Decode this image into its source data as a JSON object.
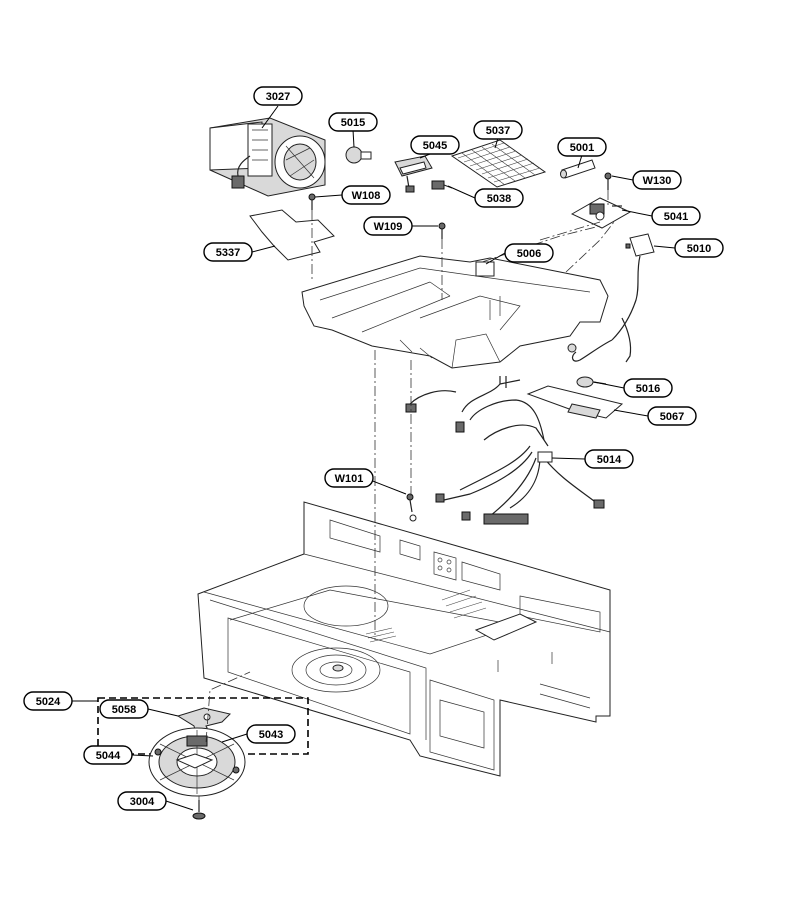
{
  "callouts": [
    {
      "id": "c3027",
      "label": "3027"
    },
    {
      "id": "c5015",
      "label": "5015"
    },
    {
      "id": "c5045",
      "label": "5045"
    },
    {
      "id": "c5037",
      "label": "5037"
    },
    {
      "id": "c5001",
      "label": "5001"
    },
    {
      "id": "cW130",
      "label": "W130"
    },
    {
      "id": "cW108",
      "label": "W108"
    },
    {
      "id": "c5038",
      "label": "5038"
    },
    {
      "id": "c5041",
      "label": "5041"
    },
    {
      "id": "cW109",
      "label": "W109"
    },
    {
      "id": "c5337",
      "label": "5337"
    },
    {
      "id": "c5006",
      "label": "5006"
    },
    {
      "id": "c5010",
      "label": "5010"
    },
    {
      "id": "c5016",
      "label": "5016"
    },
    {
      "id": "c5067",
      "label": "5067"
    },
    {
      "id": "c5014",
      "label": "5014"
    },
    {
      "id": "cW101",
      "label": "W101"
    },
    {
      "id": "c5024",
      "label": "5024"
    },
    {
      "id": "c5058",
      "label": "5058"
    },
    {
      "id": "c5043",
      "label": "5043"
    },
    {
      "id": "c5044",
      "label": "5044"
    },
    {
      "id": "c3004",
      "label": "3004"
    }
  ]
}
